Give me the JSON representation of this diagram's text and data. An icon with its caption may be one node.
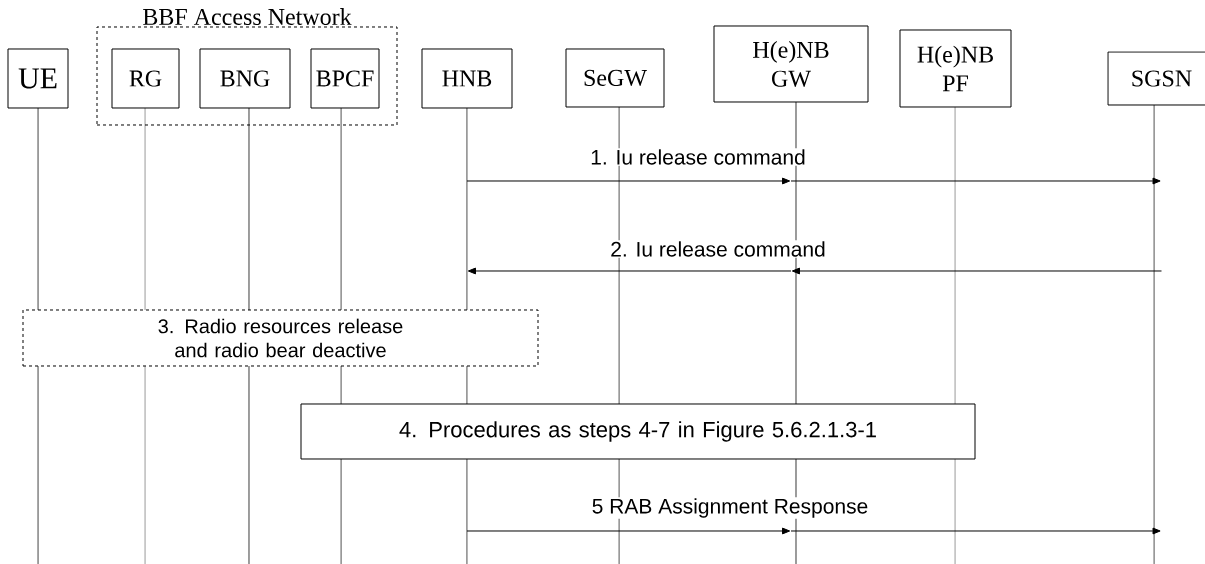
{
  "diagram": {
    "nodes": [
      {
        "text": [
          "BBF Access Network"
        ]
      },
      {
        "text": [
          "UE"
        ]
      },
      {
        "text": [
          "RG"
        ],
        "in": 0
      },
      {
        "text": [
          "BNG"
        ],
        "in": 0
      },
      {
        "text": [
          "BPCF"
        ],
        "in": 0
      },
      {
        "text": [
          "HNB"
        ]
      },
      {
        "text": [
          "SeGW"
        ]
      },
      {
        "text": [
          "H(e)NB GW"
        ]
      },
      {
        "text": [
          "H(e)NB PF"
        ]
      },
      {
        "text": [
          "SGSN"
        ]
      },
      {
        "text": [
          "3. Radio resources release and radio bear deactive"
        ]
      },
      {
        "text": [
          "4. Procedures as steps 4-7 in Figure 5.6.2.1.3-1"
        ]
      }
    ],
    "edges": [
      {
        "from": 5,
        "to": 7,
        "arrow": "to",
        "label": "1. Iu release command"
      },
      {
        "from": 7,
        "to": 9,
        "arrow": "to"
      },
      {
        "from": 9,
        "to": 7,
        "arrow": "to",
        "label": "2. Iu release command"
      },
      {
        "from": 7,
        "to": 5,
        "arrow": "to"
      },
      {
        "from": 5,
        "to": 7,
        "arrow": "to",
        "label": "5 RAB Assignment Response"
      },
      {
        "from": 7,
        "to": 9,
        "arrow": "to"
      }
    ]
  }
}
